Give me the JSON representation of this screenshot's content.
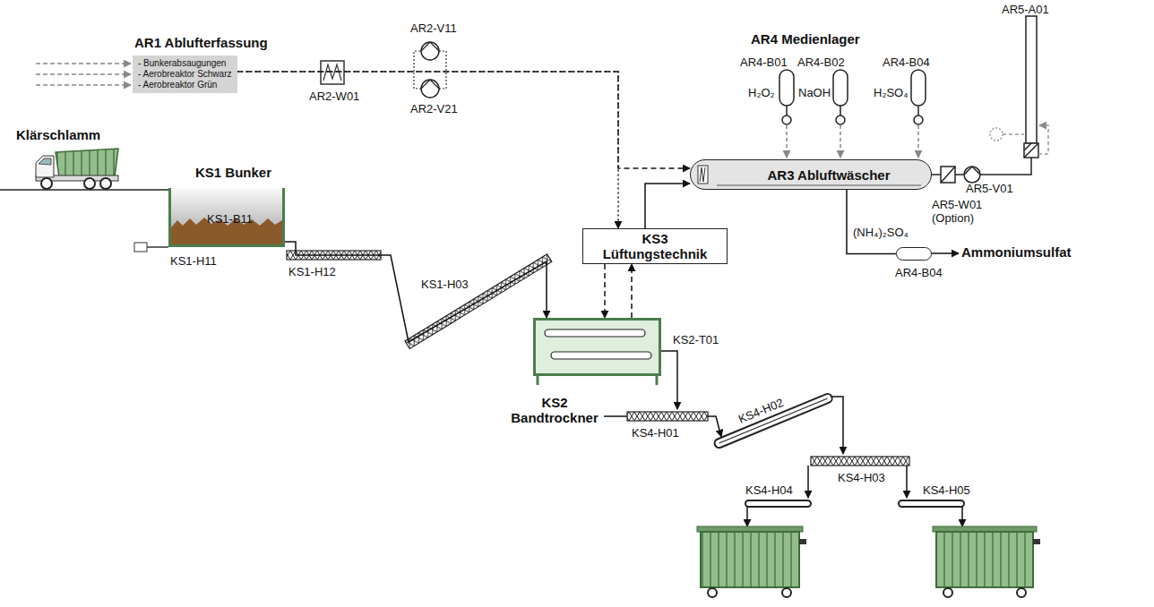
{
  "diagram": {
    "nodes": [
      {
        "text": [
          "AR1 Ablufterfassung",
          "- Bunkerabsaugungen",
          "- Aerobreaktor Schwarz",
          "- Aerobreaktor Grün"
        ]
      },
      {
        "text": [
          "AR3 Abluftwäscher"
        ]
      },
      {
        "text": [
          "KS1 Bunker",
          "KS1-B11"
        ]
      },
      {
        "text": [
          "KS3 Lüftungstechnik"
        ]
      },
      {
        "text": [
          "AR4-B04"
        ]
      },
      {
        "text": [
          "KS2-T01",
          "KS2 Bandtrockner"
        ]
      }
    ],
    "edges": [
      {
        "from": 0,
        "to": 3,
        "arrow": "to"
      },
      {
        "from": 0,
        "to": 1,
        "arrow": "to"
      },
      {
        "from": 3,
        "to": 1,
        "arrow": "to"
      },
      {
        "from": 3,
        "to": 5,
        "arrow": "to"
      },
      {
        "from": 5,
        "to": 3,
        "arrow": "to"
      },
      {
        "from": 2,
        "to": 5,
        "arrow": "to"
      },
      {
        "from": 1,
        "to": 4,
        "arrow": "none"
      }
    ],
    "labels": [
      "AR2-W01",
      "AR2-V11",
      "AR2-V21",
      "AR4 Medienlager",
      "AR4-B01",
      "AR4-B02",
      "AR4-B04",
      "H₂O₂",
      "NaOH",
      "H₂SO₄",
      "AR5-A01",
      "AR5-V01",
      "AR5-W01 (Option)",
      "(NH₄)₂SO₄",
      "Ammoniumsulfat",
      "Klärschlamm",
      "KS1-H11",
      "KS1-H12",
      "KS1-H03",
      "KS4-H01",
      "KS4-H02",
      "KS4-H03",
      "KS4-H04",
      "KS4-H05"
    ]
  }
}
